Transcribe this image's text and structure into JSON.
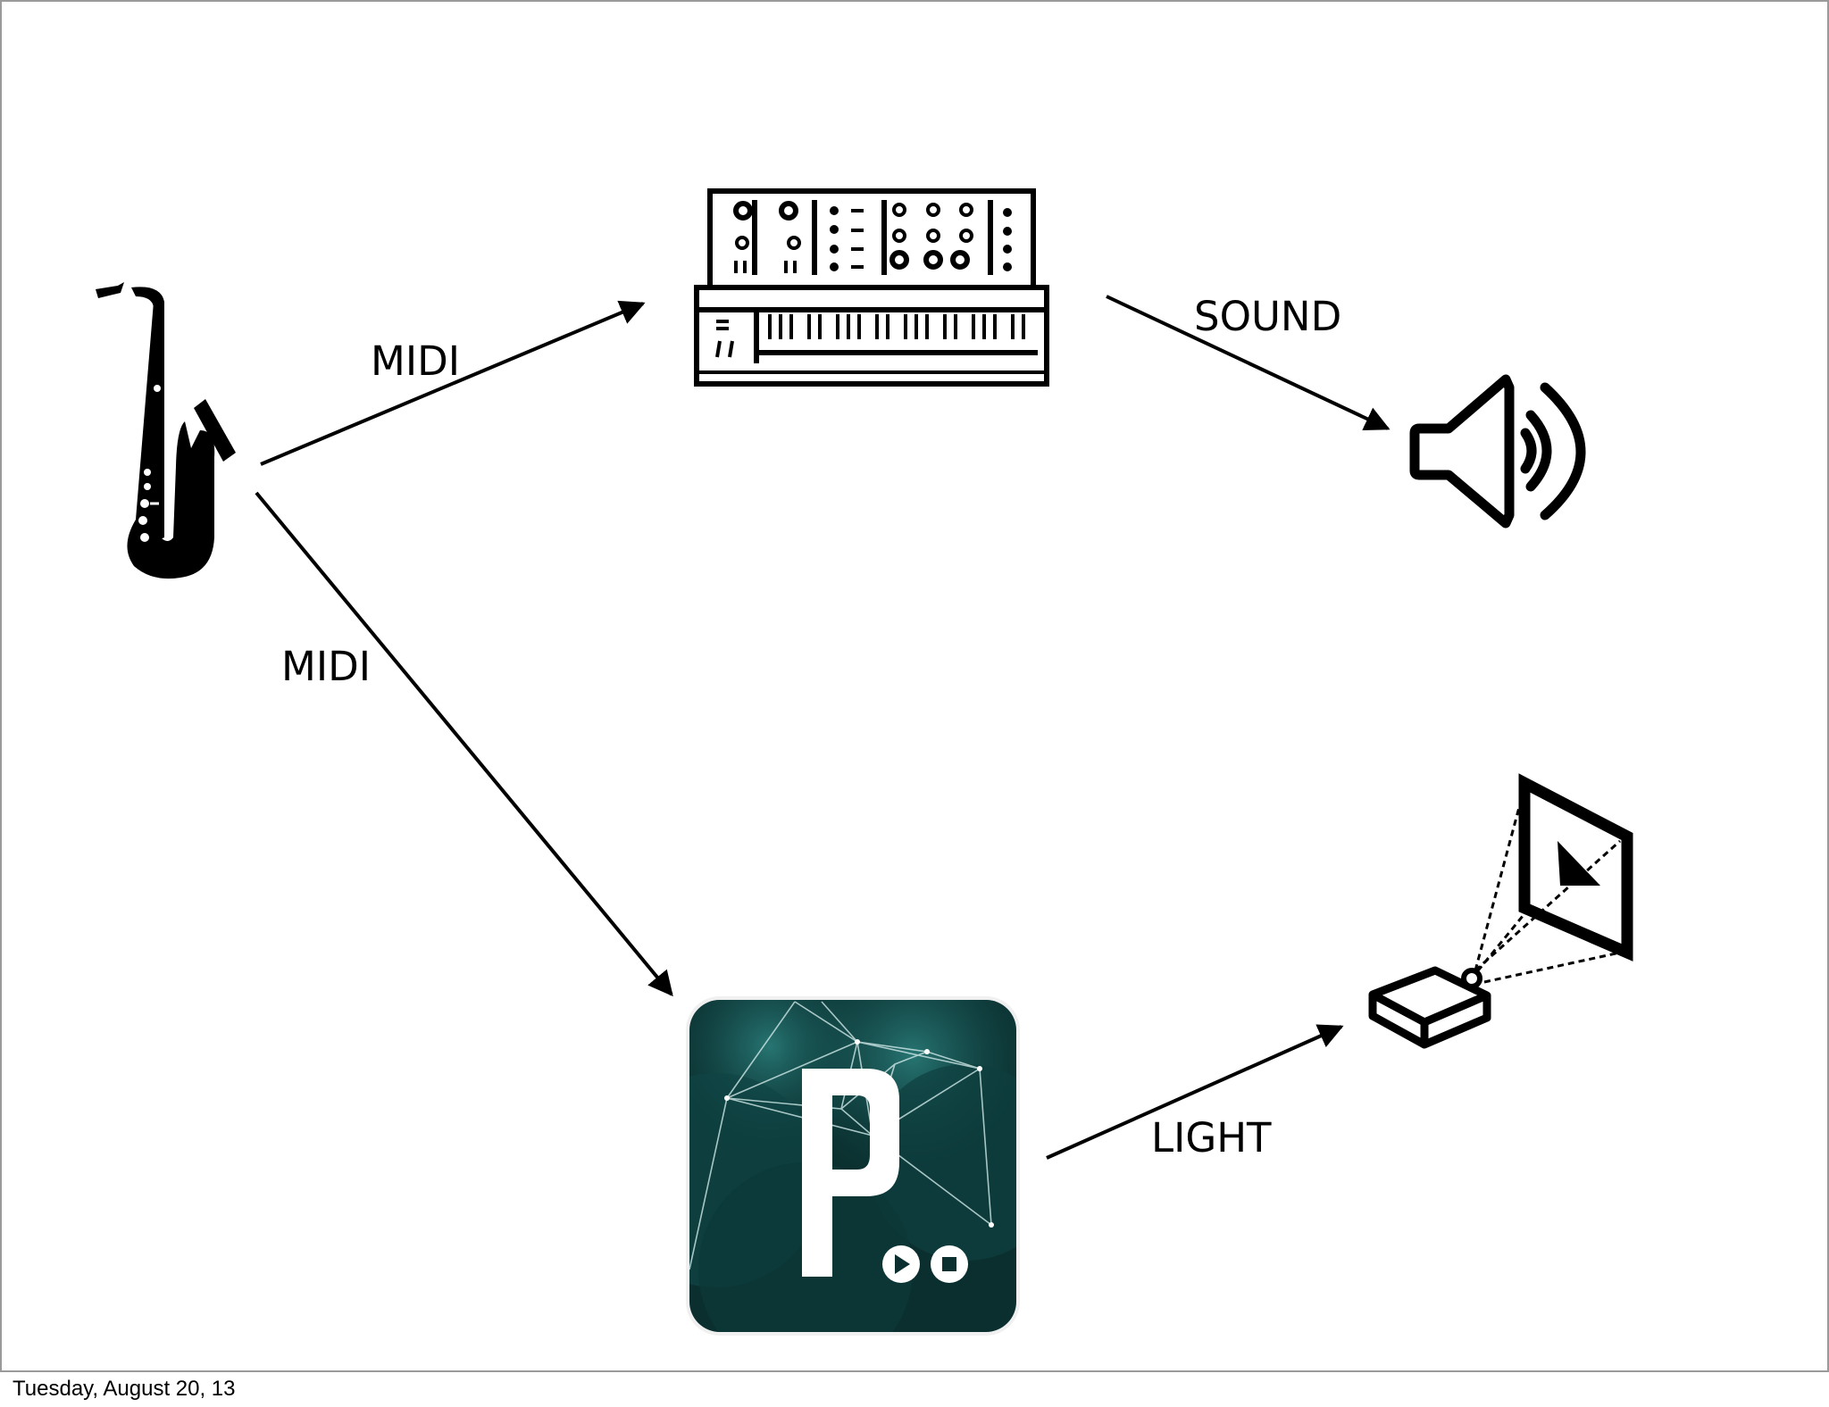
{
  "diagram": {
    "nodes": [
      {
        "id": "saxophone",
        "icon": "saxophone-icon"
      },
      {
        "id": "synthesizer",
        "icon": "synthesizer-icon"
      },
      {
        "id": "speaker",
        "icon": "speaker-icon"
      },
      {
        "id": "app",
        "icon": "app-logo-icon",
        "logo_letter": "P"
      },
      {
        "id": "projector",
        "icon": "projector-icon"
      }
    ],
    "edges": [
      {
        "from": "saxophone",
        "to": "synthesizer",
        "label": "MIDI"
      },
      {
        "from": "saxophone",
        "to": "app",
        "label": "MIDI"
      },
      {
        "from": "synthesizer",
        "to": "speaker",
        "label": "SOUND"
      },
      {
        "from": "app",
        "to": "projector",
        "label": "LIGHT"
      }
    ]
  },
  "footer": {
    "date": "Tuesday, August 20, 13"
  },
  "colors": {
    "line": "#000000",
    "logo_bg": "#0b3a3a",
    "logo_glow": "#1f6b6b",
    "frame": "#9a9a9a"
  }
}
